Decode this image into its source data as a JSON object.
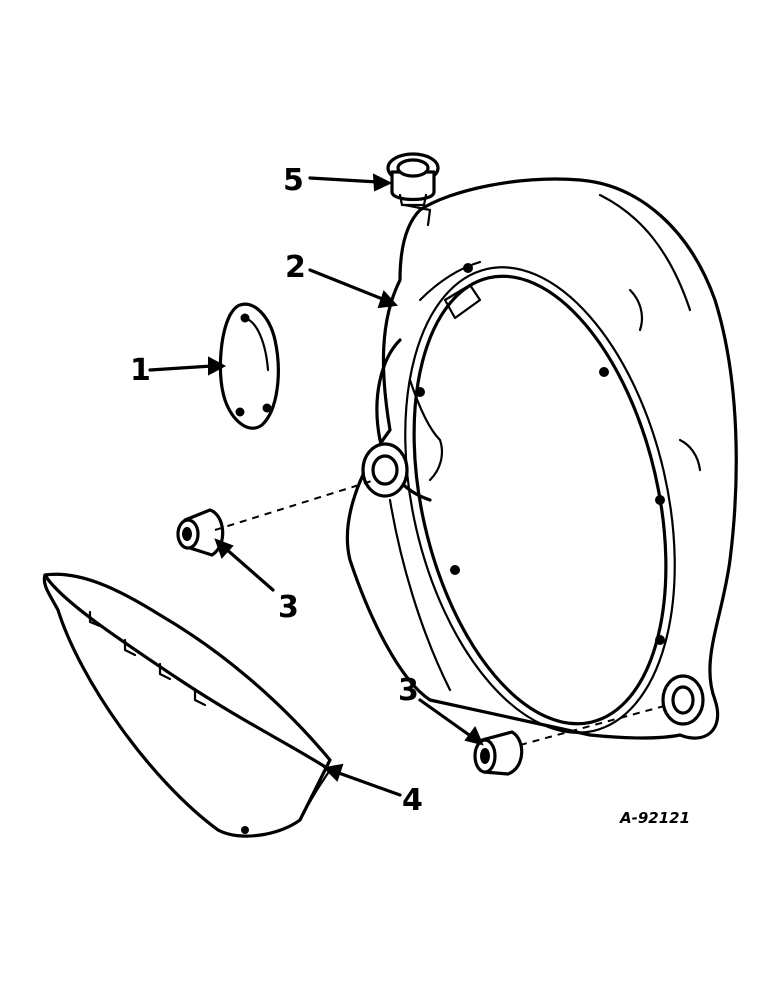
{
  "callouts": {
    "c1": "1",
    "c2": "2",
    "c3a": "3",
    "c3b": "3",
    "c4": "4",
    "c5": "5"
  },
  "drawing_number": "A-92121"
}
